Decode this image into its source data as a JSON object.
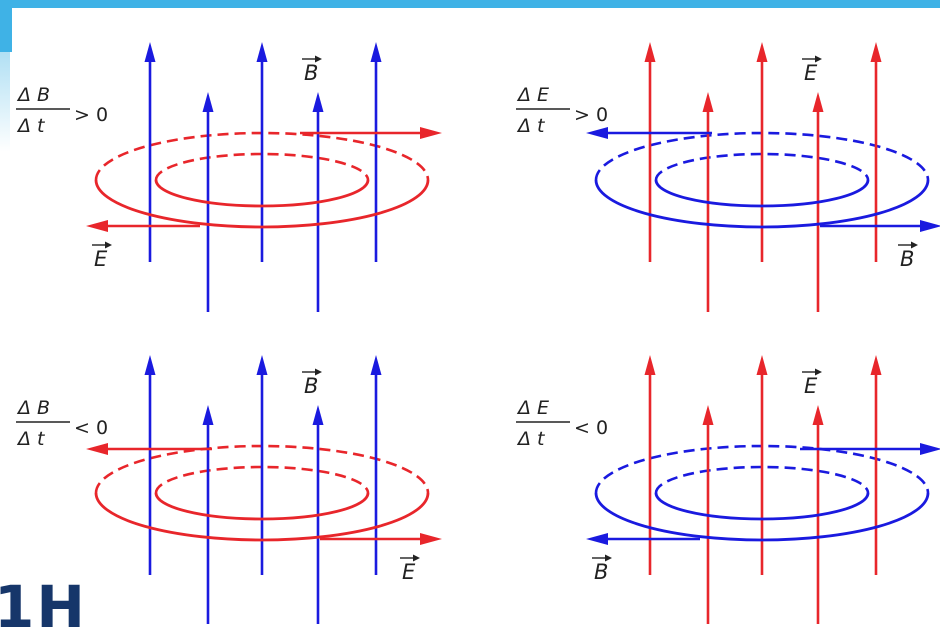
{
  "panels": [
    {
      "id": "top-left",
      "condition": {
        "numerator": "Δ B",
        "denominator": "Δ t",
        "relation": "> 0"
      },
      "field_label": "B",
      "loop_label": "E",
      "field_color": "#1a1adf",
      "loop_color": "#e8262b"
    },
    {
      "id": "top-right",
      "condition": {
        "numerator": "Δ E",
        "denominator": "Δ t",
        "relation": "> 0"
      },
      "field_label": "E",
      "loop_label": "B",
      "field_color": "#e8262b",
      "loop_color": "#1a1adf"
    },
    {
      "id": "bottom-left",
      "condition": {
        "numerator": "Δ B",
        "denominator": "Δ t",
        "relation": "< 0"
      },
      "field_label": "B",
      "loop_label": "E",
      "field_color": "#1a1adf",
      "loop_color": "#e8262b"
    },
    {
      "id": "bottom-right",
      "condition": {
        "numerator": "Δ E",
        "denominator": "Δ t",
        "relation": "< 0"
      },
      "field_label": "E",
      "loop_label": "B",
      "field_color": "#e8262b",
      "loop_color": "#1a1adf"
    }
  ],
  "slide_title_fragment": "1Н",
  "theme": {
    "accent": "#3fb2e6",
    "title_color": "#16366a"
  }
}
